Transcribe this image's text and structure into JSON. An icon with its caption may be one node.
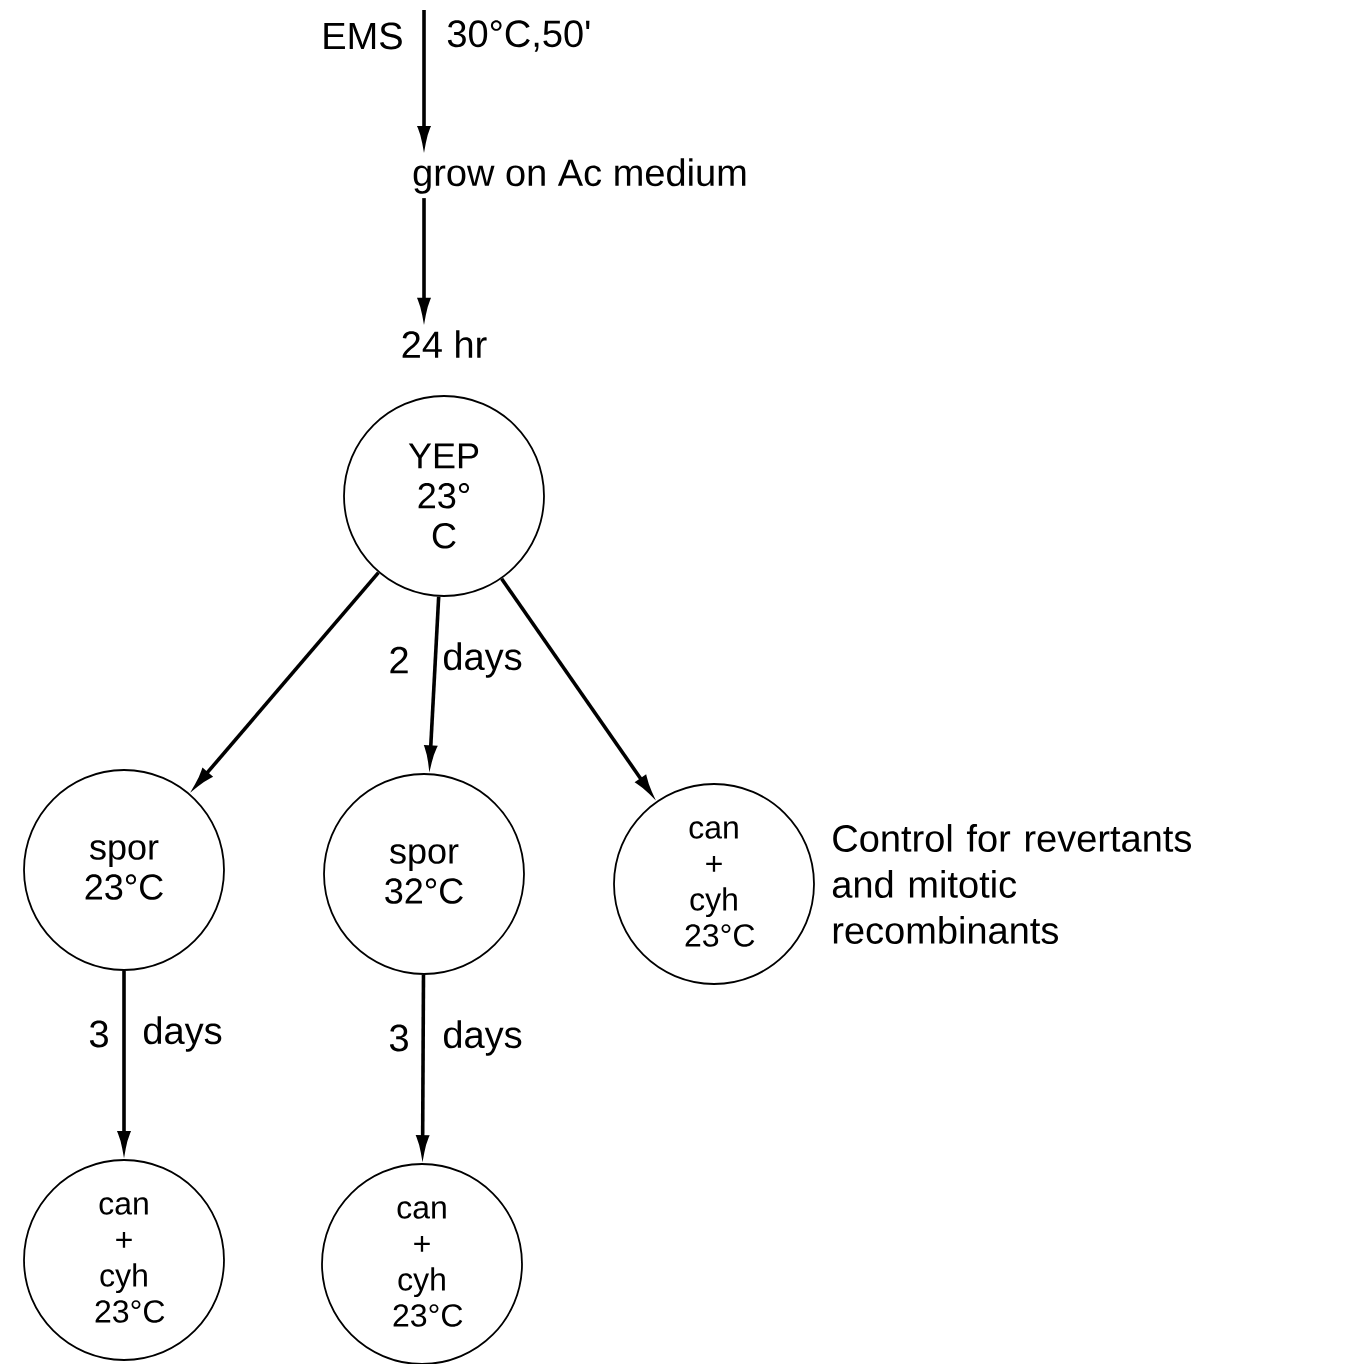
{
  "diagram": {
    "nodes": [
      {
        "text": [
          "grow on Ac medium"
        ]
      },
      {
        "text": [
          "24 hr",
          "YEP 23° C"
        ]
      },
      {
        "text": [
          "spor 23°C"
        ]
      },
      {
        "text": [
          "spor 32°C"
        ]
      },
      {
        "text": [
          "can + cyh 23°C"
        ],
        "beside": [
          "Control for revertants and mitotic recombinants"
        ]
      },
      {
        "text": [
          "can + cyh 23°C"
        ]
      },
      {
        "text": [
          "can + cyh 23°C"
        ]
      }
    ],
    "edges": [
      {
        "from": null,
        "to": 0,
        "arrow": "to"
      },
      {
        "from": 0,
        "to": 1,
        "arrow": "to"
      },
      {
        "from": 1,
        "to": 2,
        "arrow": "to"
      },
      {
        "from": 1,
        "to": 3,
        "arrow": "to"
      },
      {
        "from": 1,
        "to": 4,
        "arrow": "to"
      },
      {
        "from": 2,
        "to": 5,
        "arrow": "to"
      },
      {
        "from": 3,
        "to": 6,
        "arrow": "to"
      }
    ],
    "labels": [
      "EMS",
      "30°C,50'",
      "2",
      "days",
      "3",
      "days",
      "3",
      "days"
    ]
  }
}
